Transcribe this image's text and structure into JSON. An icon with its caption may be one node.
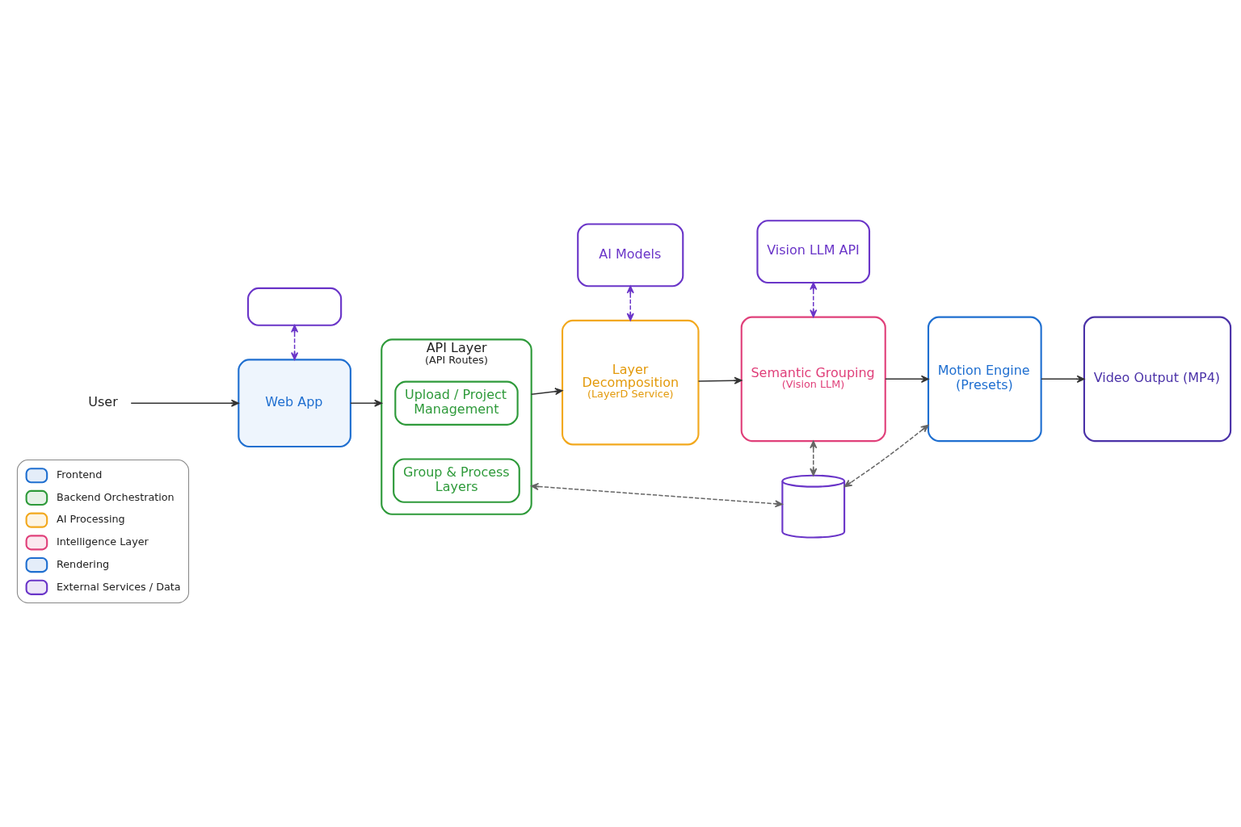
{
  "diagram": {
    "nodes": [
      {
        "text": [
          "User"
        ]
      },
      {
        "text": [],
        "shape": "box"
      },
      {
        "text": [
          "Web App"
        ]
      },
      {
        "text": [
          "API Layer",
          "(API Routes)"
        ]
      },
      {
        "text": [
          "Upload / Project Management"
        ],
        "in": 3
      },
      {
        "text": [
          "Group & Process Layers"
        ],
        "in": 3
      },
      {
        "text": [
          "AI Models"
        ]
      },
      {
        "text": [
          "Layer Decomposition",
          "(LayerD Service)"
        ]
      },
      {
        "text": [
          "Vision LLM API"
        ]
      },
      {
        "text": [
          "Semantic Grouping",
          "(Vision LLM)"
        ]
      },
      {
        "text": [
          "Motion Engine (Presets)"
        ]
      },
      {
        "text": [
          "Video Output (MP4)"
        ]
      },
      {
        "text": [],
        "shape": "cylinder"
      }
    ],
    "edges": [
      {
        "from": 0,
        "to": 2,
        "arrow": "to"
      },
      {
        "from": 1,
        "to": 2,
        "arrow": "both",
        "style": "dashed",
        "color": "#6a35c8"
      },
      {
        "from": 2,
        "to": 3,
        "arrow": "to"
      },
      {
        "from": 3,
        "to": 7,
        "arrow": "to"
      },
      {
        "from": 6,
        "to": 7,
        "arrow": "both",
        "style": "dashed",
        "color": "#6a35c8"
      },
      {
        "from": 7,
        "to": 9,
        "arrow": "to"
      },
      {
        "from": 8,
        "to": 9,
        "arrow": "both",
        "style": "dashed",
        "color": "#6a35c8"
      },
      {
        "from": 9,
        "to": 10,
        "arrow": "to"
      },
      {
        "from": 10,
        "to": 11,
        "arrow": "to"
      },
      {
        "from": 3,
        "to": 12,
        "arrow": "both",
        "style": "dashed",
        "color": "#666666"
      },
      {
        "from": 9,
        "to": 12,
        "arrow": "both",
        "style": "dashed",
        "color": "#666666"
      },
      {
        "from": 10,
        "to": 12,
        "arrow": "both",
        "style": "dashed",
        "color": "#666666"
      }
    ],
    "legend": [
      {
        "text": "Frontend",
        "color": "#1f6fd0"
      },
      {
        "text": "Backend Orchestration",
        "color": "#2e9a3a"
      },
      {
        "text": "AI Processing",
        "color": "#f2a81d"
      },
      {
        "text": "Intelligence Layer",
        "color": "#e0407a"
      },
      {
        "text": "Rendering",
        "color": "#1f6fd0"
      },
      {
        "text": "External Services / Data",
        "color": "#6a35c8"
      }
    ]
  }
}
